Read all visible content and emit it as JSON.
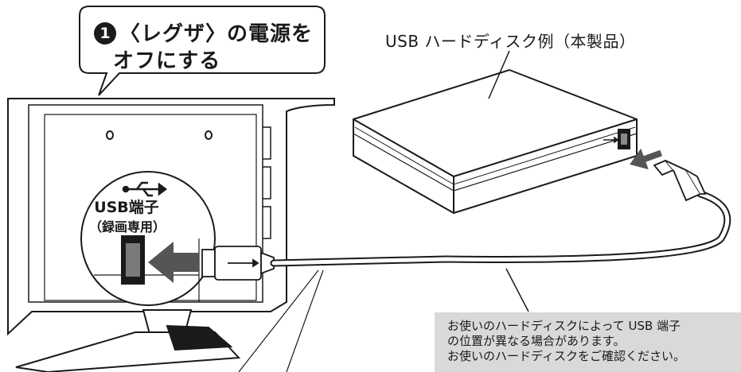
{
  "callout": {
    "step": "1",
    "line1": "〈レグザ〉の電源を",
    "line2": "オフにする"
  },
  "hdd_label": "USB ハードディスク例（本製品）",
  "port": {
    "title": "USB端子",
    "subtitle": "（録画専用）"
  },
  "note": {
    "line1": "お使いのハードディスクによって USB 端子",
    "line2": "の位置が異なる場合があります。",
    "line3": "お使いのハードディスクをご確認ください。"
  },
  "colors": {
    "outline": "#1a1a1a",
    "note_background": "#d9d9d9",
    "arrow": "#555555"
  }
}
